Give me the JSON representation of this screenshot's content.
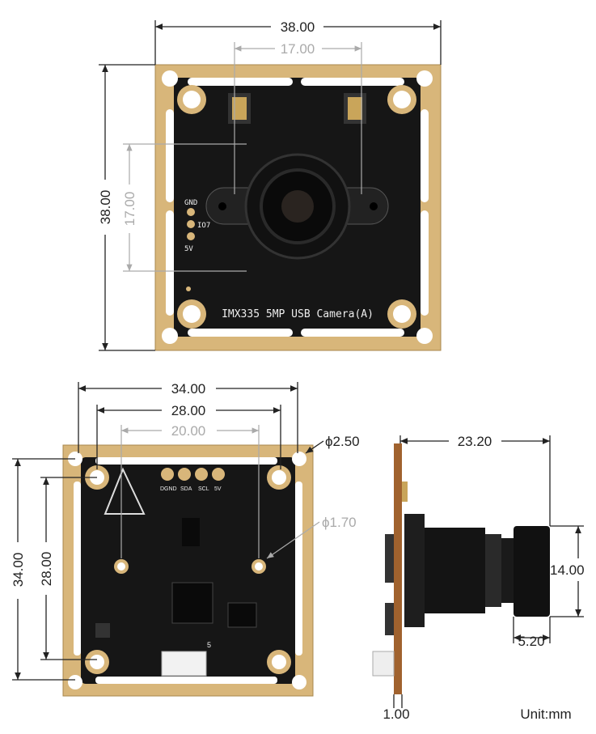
{
  "top_view": {
    "width_label": "38.00",
    "height_label": "38.00",
    "lens_mount_width_label": "17.00",
    "lens_mount_height_label": "17.00",
    "silkscreen_title": "IMX335 5MP USB Camera(A)",
    "pins": [
      "GND",
      "IO7",
      "5V"
    ]
  },
  "bottom_view": {
    "outer_width_label": "34.00",
    "hole_width_label": "28.00",
    "inner_hole_width_label": "20.00",
    "outer_height_label": "34.00",
    "hole_height_label": "28.00",
    "mount_hole_label": "ϕ2.50",
    "inner_hole_label": "ϕ1.70",
    "pins": [
      "DGND",
      "SDA",
      "SCL",
      "5V"
    ],
    "connector_pin_label": "5"
  },
  "side_view": {
    "length_label": "23.20",
    "lens_diameter_label": "14.00",
    "front_ring_label": "5.20",
    "pcb_thickness_label": "1.00"
  },
  "unit_label": "Unit:mm",
  "colors": {
    "board_gold": "#d8b67a",
    "pcb": "#1a1a1a",
    "dim_line": "#222222",
    "dim_gray": "#aaaaaa"
  }
}
